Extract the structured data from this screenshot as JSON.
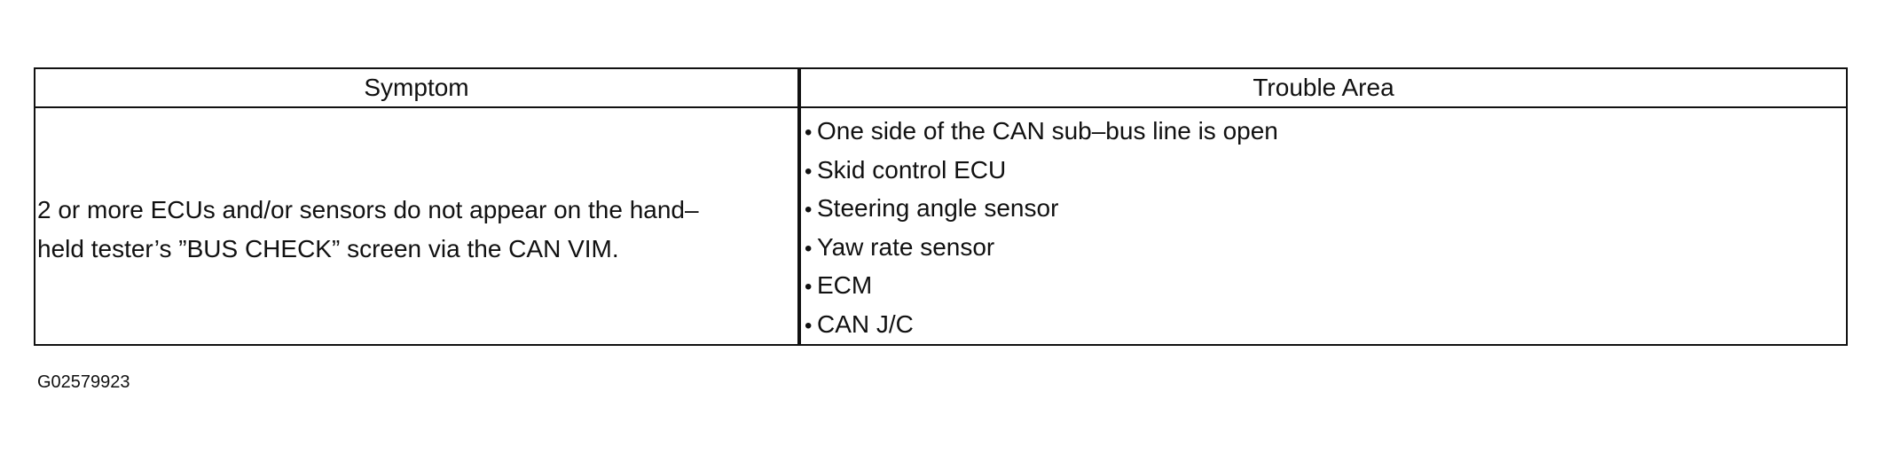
{
  "table": {
    "headers": {
      "symptom": "Symptom",
      "trouble_area": "Trouble Area"
    },
    "rows": [
      {
        "symptom_lines": [
          "2 or more ECUs and/or sensors do not appear on the hand–",
          "held tester’s ”BUS CHECK” screen via the CAN VIM."
        ],
        "trouble_areas": [
          "One side of the CAN sub–bus line is open",
          "Skid control ECU",
          "Steering angle sensor",
          "Yaw rate sensor",
          "ECM",
          "CAN J/C"
        ]
      }
    ]
  },
  "bullet": "•",
  "figure_id": "G02579923"
}
